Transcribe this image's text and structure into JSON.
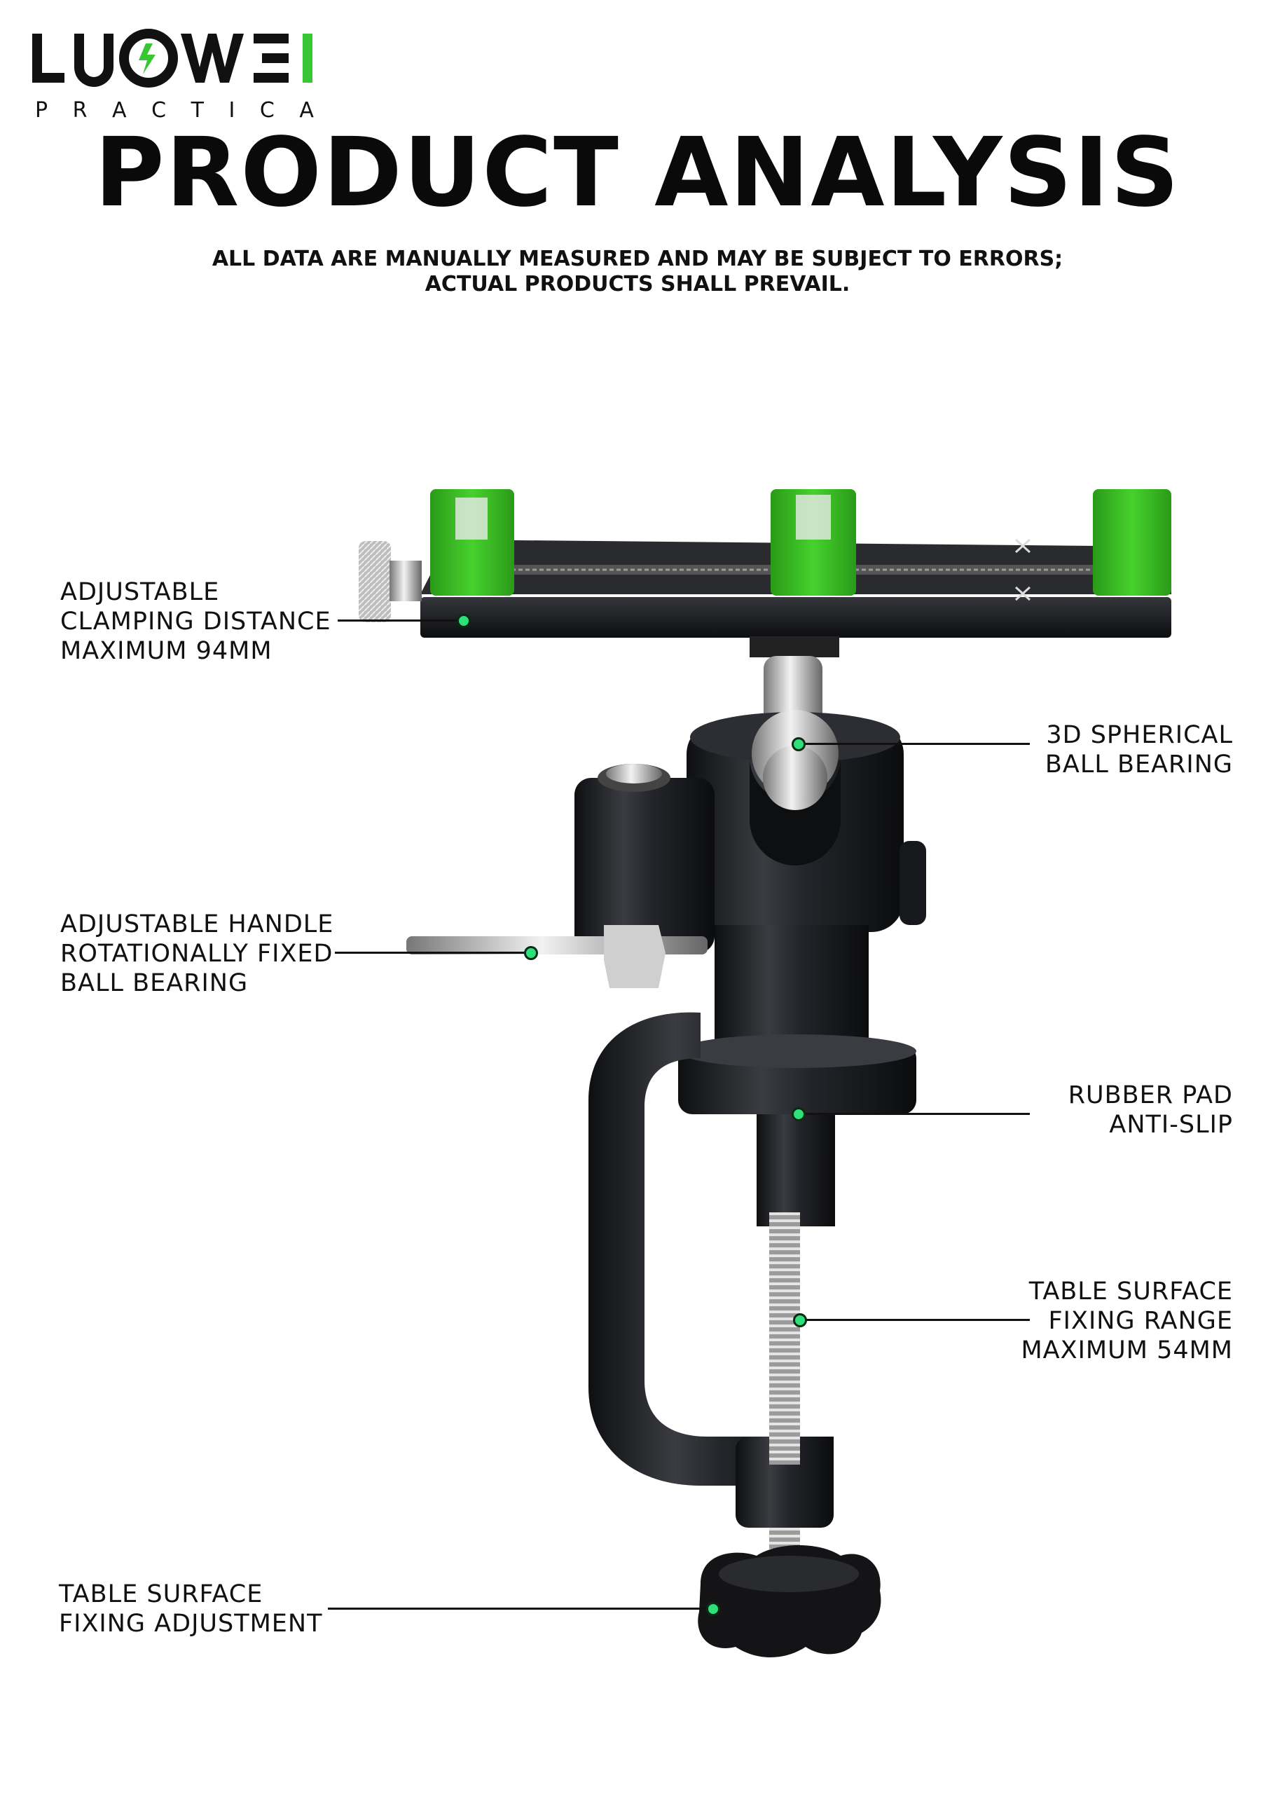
{
  "brand": {
    "logo_text": "LUOWEI",
    "tagline_letters": [
      "P",
      "R",
      "A",
      "C",
      "T",
      "I",
      "C",
      "A"
    ],
    "accent_color": "#39c634"
  },
  "title": "PRODUCT ANALYSIS",
  "disclaimer": {
    "line1": "ALL DATA ARE MANUALLY MEASURED AND MAY BE SUBJECT TO ERRORS;",
    "line2": "ACTUAL PRODUCTS SHALL PREVAIL."
  },
  "callouts": {
    "clamping": [
      "ADJUSTABLE",
      "CLAMPING DISTANCE",
      "MAXIMUM 94MM"
    ],
    "ball_bearing": [
      "3D SPHERICAL",
      "BALL BEARING"
    ],
    "handle": [
      "ADJUSTABLE HANDLE",
      "ROTATIONALLY FIXED",
      "BALL BEARING"
    ],
    "rubber_pad": [
      "RUBBER PAD",
      "ANTI-SLIP"
    ],
    "fixing_range": [
      "TABLE SURFACE",
      "FIXING RANGE",
      "MAXIMUM 54MM"
    ],
    "fixing_adjustment": [
      "TABLE SURFACE",
      "FIXING ADJUSTMENT"
    ]
  },
  "colors": {
    "marker_dot": "#2ee07a",
    "clamp_green": "#3ec228",
    "metal_dark": "#1c1d20"
  },
  "product_image": {
    "description_icon": "phone-clamp-mount-icon"
  }
}
